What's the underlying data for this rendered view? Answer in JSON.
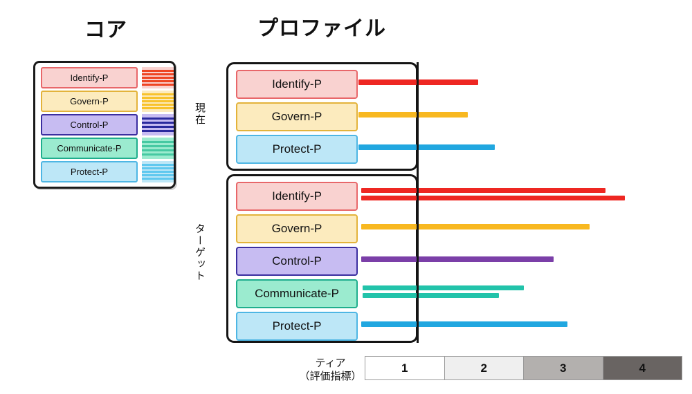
{
  "headings": {
    "core": "コア",
    "profile": "プロファイル"
  },
  "side_labels": {
    "current": "現在",
    "target": "ターゲット"
  },
  "colors": {
    "red": "#EE2722",
    "red_fill": "#F9D2D0",
    "red_border": "#E8676A",
    "amber": "#F8B820",
    "amber_fill": "#FCEBBE",
    "amber_border": "#E3B33B",
    "navy": "#2A2A9E",
    "purple": "#7B3FA8",
    "purple_fill": "#C7BCF2",
    "purple_border": "#3B2EA0",
    "teal": "#22C3AA",
    "teal_fill": "#9BEBCF",
    "teal_border": "#1FAE8D",
    "blue": "#21A7E0",
    "blue_fill": "#BDE7F7",
    "blue_border": "#4EB6E4",
    "outline": "#141414"
  },
  "core_panel": {
    "name": "コア",
    "rows": [
      {
        "label": "Identify-P",
        "fill": "#F9D2D0",
        "border": "#E8676A",
        "bar_color": "#EE4422",
        "bar_count": 5
      },
      {
        "label": "Govern-P",
        "fill": "#FCEBBE",
        "border": "#E3B33B",
        "bar_color": "#F8C22C",
        "bar_count": 5
      },
      {
        "label": "Control-P",
        "fill": "#C7BCF2",
        "border": "#3B2EA0",
        "bar_color": "#2A2A9E",
        "bar_count": 4
      },
      {
        "label": "Communicate-P",
        "fill": "#9BEBCF",
        "border": "#1FAE8D",
        "bar_color": "#46C9A2",
        "bar_count": 4
      },
      {
        "label": "Protect-P",
        "fill": "#BDE7F7",
        "border": "#4EB6E4",
        "bar_color": "#5FC8EF",
        "bar_count": 5
      }
    ]
  },
  "profile_current": {
    "title": "現在",
    "rows": [
      {
        "label": "Identify-P",
        "fill": "#F9D2D0",
        "border": "#E8676A",
        "bars": [
          {
            "color": "#EE2722",
            "start": 518,
            "end": 691
          }
        ]
      },
      {
        "label": "Govern-P",
        "fill": "#FCEBBE",
        "border": "#E3B33B",
        "bars": [
          {
            "color": "#F8B820",
            "start": 518,
            "end": 676
          }
        ]
      },
      {
        "label": "Protect-P",
        "fill": "#BDE7F7",
        "border": "#4EB6E4",
        "bars": [
          {
            "color": "#21A7E0",
            "start": 518,
            "end": 715
          }
        ]
      }
    ]
  },
  "profile_target": {
    "title": "ターゲット",
    "rows": [
      {
        "label": "Identify-P",
        "fill": "#F9D2D0",
        "border": "#E8676A",
        "bars": [
          {
            "color": "#EE2722",
            "start": 522,
            "end": 875
          },
          {
            "color": "#EE2722",
            "start": 522,
            "end": 903
          }
        ]
      },
      {
        "label": "Govern-P",
        "fill": "#FCEBBE",
        "border": "#E3B33B",
        "bars": [
          {
            "color": "#F8B820",
            "start": 522,
            "end": 852
          }
        ]
      },
      {
        "label": "Control-P",
        "fill": "#C7BCF2",
        "border": "#3B2EA0",
        "bars": [
          {
            "color": "#7B3FA8",
            "start": 522,
            "end": 800
          }
        ]
      },
      {
        "label": "Communicate-P",
        "fill": "#9BEBCF",
        "border": "#1FAE8D",
        "bars": [
          {
            "color": "#22C3AA",
            "start": 524,
            "end": 757
          },
          {
            "color": "#22C3AA",
            "start": 524,
            "end": 721
          }
        ]
      },
      {
        "label": "Protect-P",
        "fill": "#BDE7F7",
        "border": "#4EB6E4",
        "bars": [
          {
            "color": "#21A7E0",
            "start": 522,
            "end": 820
          }
        ]
      }
    ]
  },
  "tier_scale": {
    "label_line1": "ティア",
    "label_line2": "（評価指標）",
    "cells": [
      {
        "value": "1",
        "color": "#FFFFFF"
      },
      {
        "value": "2",
        "color": "#EFEFEF"
      },
      {
        "value": "3",
        "color": "#B3B0AE"
      },
      {
        "value": "4",
        "color": "#696462"
      }
    ]
  }
}
